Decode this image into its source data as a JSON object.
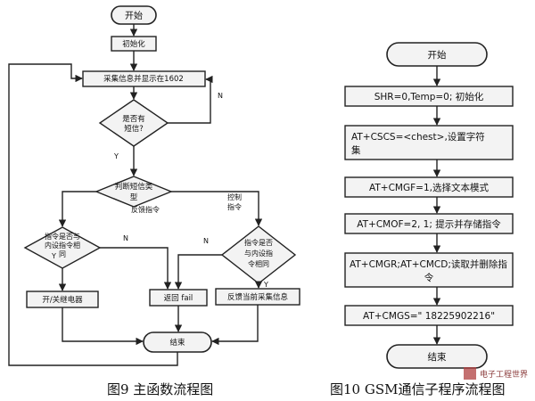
{
  "left_flow": {
    "start": "开始",
    "init": "初始化",
    "collect": "采集信息并显示在1602",
    "has_sms": [
      "是否有",
      "短信?"
    ],
    "label_n1": "N",
    "label_y1": "Y",
    "judge_type": [
      "判断短信类",
      "型"
    ],
    "label_feedback_cmd": "反馈指令",
    "label_control": [
      "控制",
      "指令"
    ],
    "cmd_match": [
      "指令是否与",
      "内设指令相",
      "同"
    ],
    "label_n2": "N",
    "label_y2": "Y",
    "cmd_match2": [
      "指令是否",
      "与内设指",
      "令相同"
    ],
    "label_n3": "N",
    "label_y3": "Y",
    "relay": "开/关继电器",
    "return_fail": "返回 fail",
    "feedback_info": "反馈当前采集信息",
    "end": "结束"
  },
  "right_flow": {
    "start": "开始",
    "step1": "SHR=0,Temp=0; 初始化",
    "step2": [
      "AT+CSCS=<chest>,设置字符",
      "集"
    ],
    "step3": "AT+CMGF=1,选择文本模式",
    "step4": "AT+CMOF=2, 1; 提示并存储指令",
    "step5": [
      "AT+CMGR;AT+CMCD;读取并删除指",
      "令"
    ],
    "step6": "AT+CMGS=\" 18225902216\"",
    "end": "结束"
  },
  "captions": {
    "fig9": "图9  主函数流程图",
    "fig10": "图10  GSM通信子程序流程图"
  },
  "watermark": "电子工程世界"
}
